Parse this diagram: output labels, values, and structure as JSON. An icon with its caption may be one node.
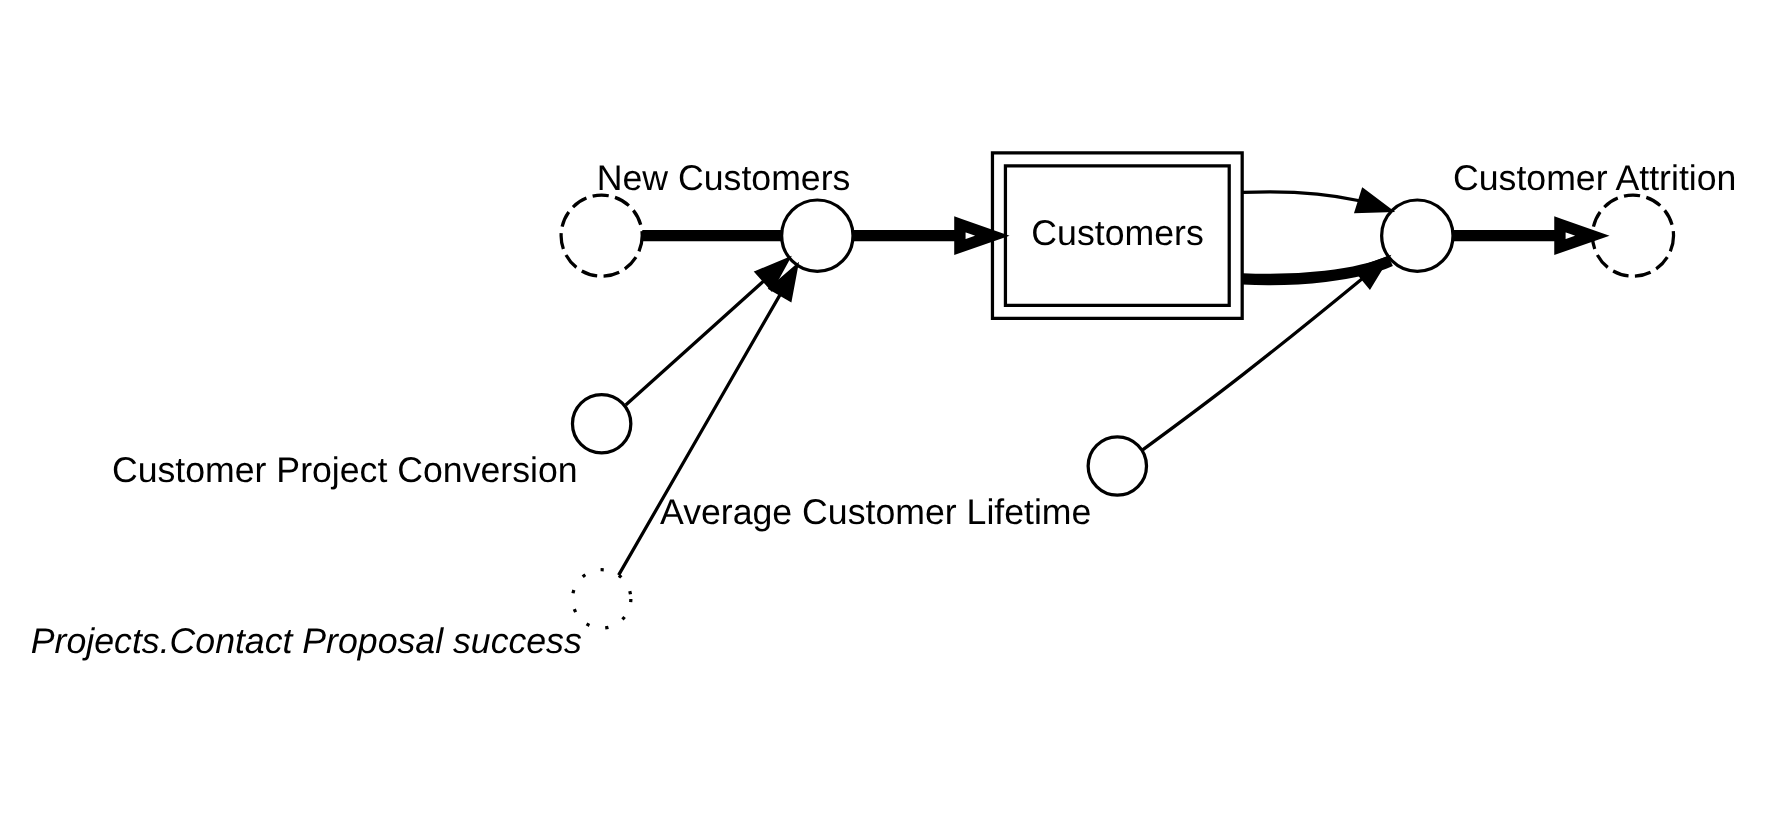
{
  "diagram": {
    "nodes": [
      {
        "text": [],
        "shape": "cloud"
      },
      {
        "text": [
          "New Customers"
        ]
      },
      {
        "text": [
          "Customers"
        ]
      },
      {
        "text": [
          "Customer Attrition"
        ]
      },
      {
        "text": [],
        "shape": "cloud"
      },
      {
        "text": [
          "Customer Project Conversion"
        ]
      },
      {
        "text": [
          "Projects.Contact Proposal success"
        ]
      },
      {
        "text": [
          "Average Customer Lifetime"
        ]
      }
    ],
    "edges": [
      {
        "from": 0,
        "to": 1,
        "arrow": "none",
        "style": "thick"
      },
      {
        "from": 1,
        "to": 2,
        "arrow": "to",
        "style": "thick"
      },
      {
        "from": 2,
        "to": 3,
        "arrow": "none",
        "style": "thick"
      },
      {
        "from": 3,
        "to": 4,
        "arrow": "to",
        "style": "thick"
      },
      {
        "from": 5,
        "to": 1,
        "arrow": "to"
      },
      {
        "from": 6,
        "to": 1,
        "arrow": "to"
      },
      {
        "from": 2,
        "to": 3,
        "arrow": "to"
      },
      {
        "from": 7,
        "to": 3,
        "arrow": "to"
      }
    ]
  }
}
